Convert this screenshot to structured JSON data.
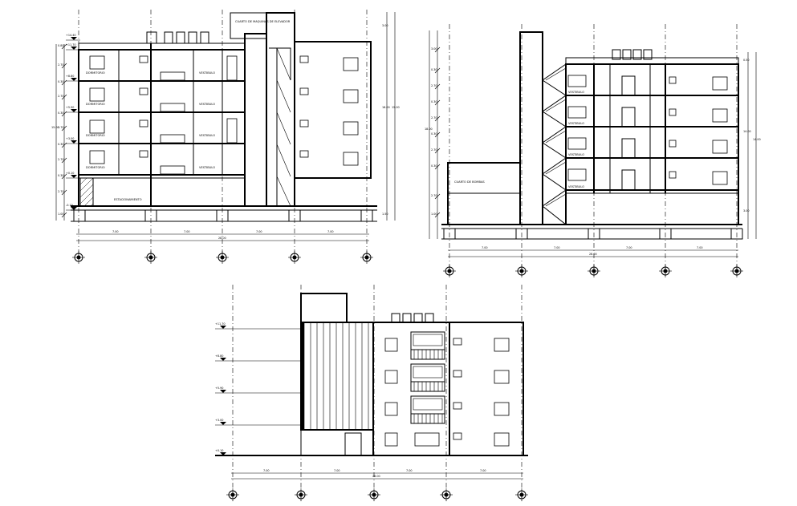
{
  "drawing": {
    "section_a": {
      "labels": {
        "cuarto_de_maquinas": "CUARTO DE MAQUINAS DE ELEVADOR",
        "estacionamiento": "ESTACIONAMIENTO",
        "dormitorio": "DORMITORIO",
        "vestibulo": "VESTIBULO"
      },
      "level_marks": [
        "+14.40",
        "+11.70",
        "+8.80",
        "+5.90",
        "+3.00",
        "+0.10",
        "-0.10"
      ],
      "floor_heights": [
        "0.80",
        "2.70",
        "0.30",
        "2.70",
        "0.30",
        "2.70",
        "0.30",
        "2.70",
        "0.30",
        "2.70",
        "1.00"
      ],
      "total_height": "15.00",
      "right_dims": [
        "3.00",
        "18.00",
        "1.50"
      ],
      "bottom_dims": [
        "7.00",
        "7.00",
        "7.00",
        "7.00"
      ],
      "bottom_total": "28.00",
      "axis_count": 5
    },
    "section_b": {
      "labels": {
        "cuarto_de_bombas": "CUARTO DE BOMBAS",
        "vestibulo": "VESTIBULO"
      },
      "left_dims": [
        "3.00",
        "0.30",
        "2.70",
        "0.30",
        "2.70",
        "0.30",
        "2.70",
        "0.30",
        "2.70",
        "1.00"
      ],
      "total_height": "18.00",
      "right_dims": [
        "0.50",
        "14.00",
        "3.00"
      ],
      "bottom_dims": [
        "7.00",
        "7.00",
        "7.00",
        "7.00"
      ],
      "bottom_total": "28.00",
      "axis_count": 5
    },
    "elevation": {
      "level_marks": [
        "+11.70",
        "+8.80",
        "+5.90",
        "+3.00",
        "+0.10"
      ],
      "bottom_dims": [
        "7.00",
        "7.00",
        "7.00",
        "7.00"
      ],
      "bottom_total": "28.00",
      "axis_count": 5
    }
  }
}
